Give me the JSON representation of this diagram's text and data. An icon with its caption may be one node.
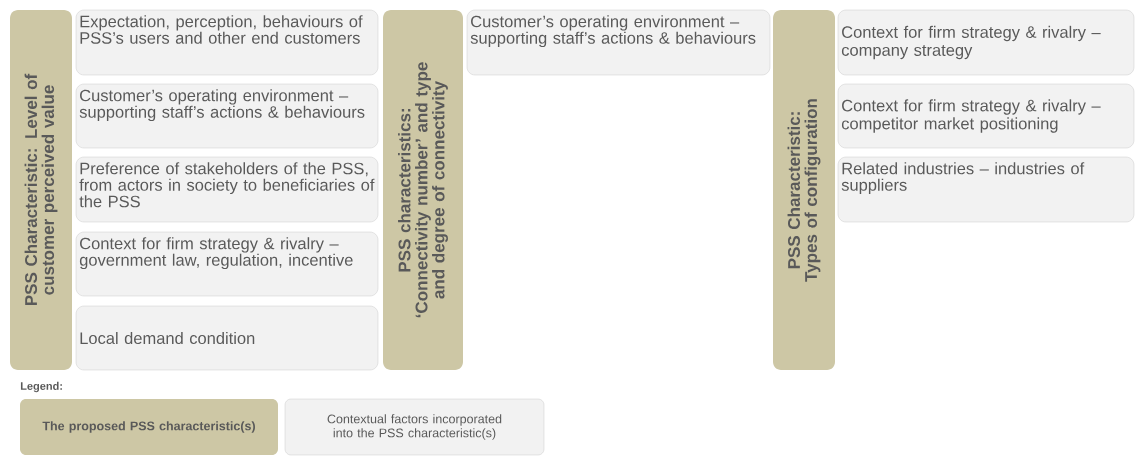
{
  "diagram": {
    "nodes": [
      {
        "text": [
          "PSS Characteristic: Level of customer perceived value"
        ]
      },
      {
        "text": [
          "Expectation, perception, behaviours of PSS’s users and other end customers"
        ]
      },
      {
        "text": [
          "Customer’s operating environment – supporting staff’s actions & behaviours"
        ]
      },
      {
        "text": [
          "Preference of stakeholders of the PSS, from actors in society to beneficiaries of the PSS"
        ]
      },
      {
        "text": [
          "Context for firm strategy & rivalry – government law, regulation, incentive"
        ]
      },
      {
        "text": [
          "Local demand condition"
        ]
      },
      {
        "text": [
          "PSS characteristics: ‘Connectivity number’ and type and degree of connectivity"
        ]
      },
      {
        "text": [
          "Customer’s operating environment – supporting staff’s actions & behaviours"
        ]
      },
      {
        "text": [
          "PSS Characteristic: Types of configuration"
        ]
      },
      {
        "text": [
          "Context for firm strategy & rivalry –  company strategy"
        ]
      },
      {
        "text": [
          "Context for firm strategy & rivalry – competitor market positioning"
        ]
      },
      {
        "text": [
          "Related industries – industries of suppliers"
        ]
      }
    ],
    "labels": [
      "Legend:"
    ],
    "legend": [
      {
        "text": "The proposed PSS characteristic(s)",
        "color": "#cdc7a5"
      },
      {
        "text": "Contextual factors incorporated into the PSS characteristic(s)",
        "color": "#f2f2f2"
      }
    ]
  }
}
